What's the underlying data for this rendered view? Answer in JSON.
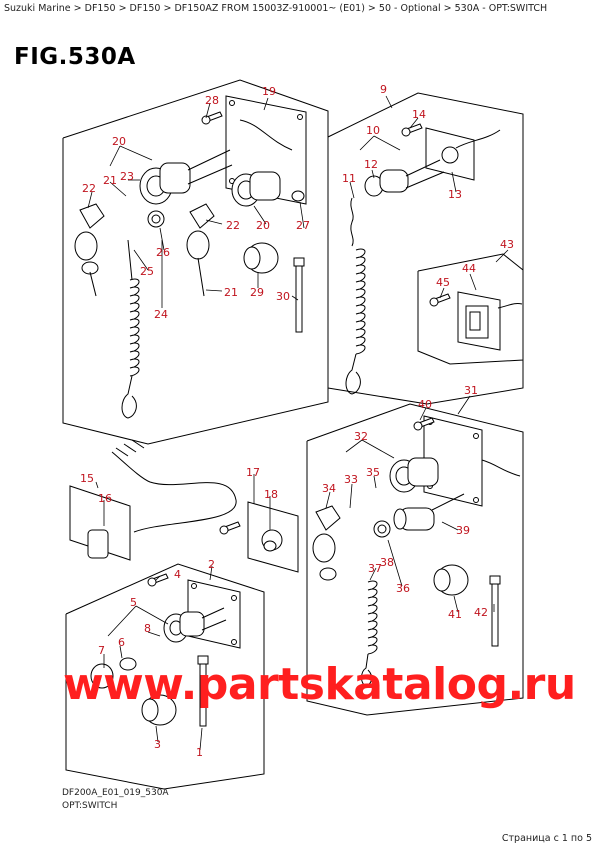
{
  "breadcrumb": "Suzuki Marine > DF150 > DF150 > DF150AZ FROM 15003Z-910001~ (E01) > 50 - Optional > 530A - OPT:SWITCH",
  "figure_title": "FIG.530A",
  "drawing_code": "DF200A_E01_019_530A",
  "drawing_caption": "OPT:SWITCH",
  "watermark": "www.partskatalog.ru",
  "page_info": "Страница с 1 по 5",
  "colors": {
    "callout": "#c0141e",
    "watermark": "#ff1f1f",
    "line": "#000000"
  },
  "callouts": [
    "1",
    "2",
    "3",
    "4",
    "5",
    "6",
    "7",
    "8",
    "9",
    "10",
    "11",
    "12",
    "13",
    "14",
    "15",
    "16",
    "17",
    "18",
    "19",
    "20",
    "20",
    "21",
    "21",
    "22",
    "22",
    "23",
    "24",
    "25",
    "26",
    "27",
    "28",
    "29",
    "30",
    "31",
    "32",
    "33",
    "34",
    "35",
    "36",
    "37",
    "38",
    "39",
    "40",
    "41",
    "42",
    "43",
    "44",
    "45"
  ]
}
